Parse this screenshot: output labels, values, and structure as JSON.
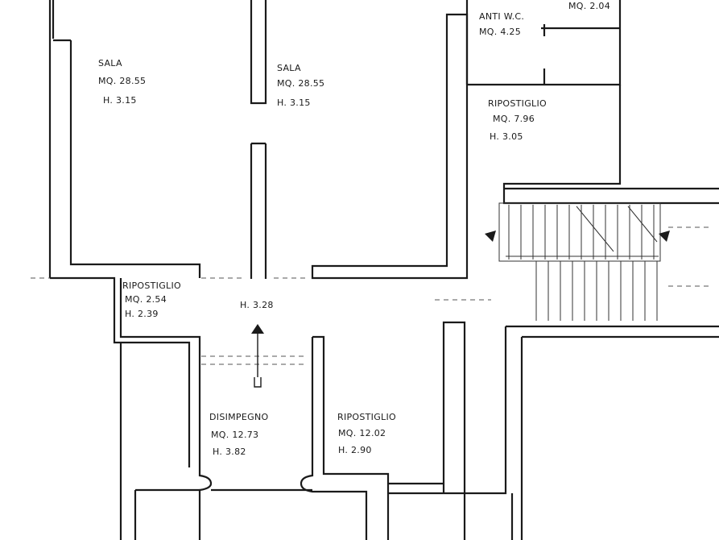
{
  "rooms": {
    "sala_left": {
      "name": "SALA",
      "area": "MQ. 28.55",
      "height": "H. 3.15"
    },
    "sala_center": {
      "name": "SALA",
      "area": "MQ. 28.55",
      "height": "H. 3.15"
    },
    "anti_wc": {
      "name": "ANTI W.C.",
      "area": "MQ. 4.25"
    },
    "top_right": {
      "area": "MQ. 2.04"
    },
    "ripostiglio_right": {
      "name": "RIPOSTIGLIO",
      "area": "MQ. 7.96",
      "height": "H. 3.05"
    },
    "ripostiglio_small": {
      "name": "RIPOSTIGLIO",
      "area": "MQ. 2.54",
      "height": "H. 2.39"
    },
    "corridor": {
      "height": "H. 3.28"
    },
    "disimpegno": {
      "name": "DISIMPEGNO",
      "area": "MQ. 12.73",
      "height": "H. 3.82"
    },
    "ripostiglio_bottom": {
      "name": "RIPOSTIGLIO",
      "area": "MQ. 12.02",
      "height": "H. 2.90"
    }
  }
}
